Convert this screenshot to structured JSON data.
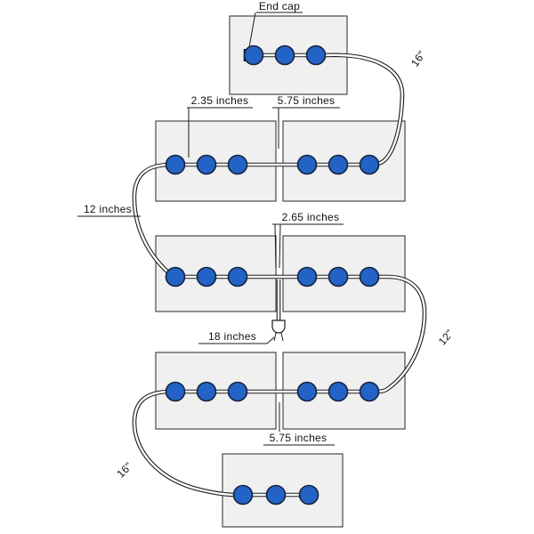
{
  "labels": {
    "end_cap": "End cap",
    "socket_spacing": "2.35 inches",
    "panel_gap_top": "5.75 inches",
    "curve_top_right": "16\"",
    "left_loop": "12 inches",
    "junction_offset": "2.65 inches",
    "drop_cord": "18 inches",
    "curve_right": "12\"",
    "panel_gap_bottom": "5.75 inches",
    "curve_bottom_left": "16\""
  },
  "colors": {
    "socket_fill": "#2363c5",
    "panel_fill": "#f0f0f0",
    "line": "#1b1b1b",
    "background": "#ffffff"
  },
  "structure": {
    "panel_count": 8,
    "sockets_per_panel": 3,
    "total_sockets": 24
  }
}
